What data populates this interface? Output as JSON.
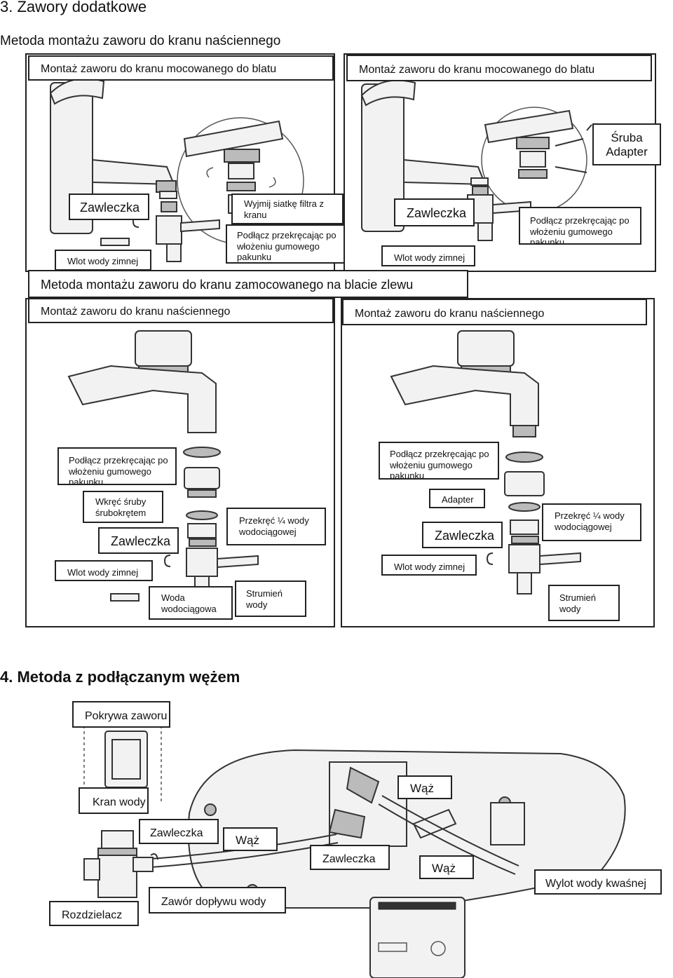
{
  "section3": {
    "title": "3. Zawory dodatkowe",
    "subtitle": "Metoda montażu zaworu do kranu naściennego",
    "top_left": {
      "header": "Montaż zaworu do kranu mocowanego do blatu",
      "zawleczka": "Zawleczka",
      "wyjmij": "Wyjmij siatkę filtra z kranu",
      "podlacz": "Podłącz przekręcając po włożeniu gumowego pakunku",
      "wlot": "Wlot wody zimnej"
    },
    "top_right": {
      "header": "Montaż zaworu do kranu mocowanego do blatu",
      "sruba": "Śruba",
      "adapter": "Adapter",
      "zawleczka": "Zawleczka",
      "podlacz": "Podłącz przekręcając po włożeniu gumowego pakunku",
      "wlot": "Wlot wody zimnej"
    },
    "subtitle2": "Metoda montażu zaworu do kranu zamocowanego na blacie zlewu",
    "bottom_left": {
      "header": "Montaż zaworu do kranu naściennego",
      "podlacz": "Podłącz przekręcając po włożeniu gumowego pakunku",
      "wkrec": "Wkręć śruby śrubokrętem",
      "zawleczka": "Zawleczka",
      "przekrec": "Przekręć ¼ wody wodociągowej",
      "wlot": "Wlot wody zimnej",
      "woda": "Woda wodociągowa",
      "strumien": "Strumień wody"
    },
    "bottom_right": {
      "header": "Montaż zaworu do kranu naściennego",
      "podlacz": "Podłącz przekręcając po włożeniu gumowego pakunku",
      "adapter": "Adapter",
      "zawleczka": "Zawleczka",
      "przekrec": "Przekręć ¼ wody wodociągowej",
      "wlot": "Wlot wody zimnej",
      "strumien": "Strumień wody"
    }
  },
  "section4": {
    "title": "4. Metoda z podłączanym wężem",
    "pokrywa": "Pokrywa zaworu",
    "kran": "Kran wody",
    "waz1": "Wąż",
    "zawleczka1": "Zawleczka",
    "waz2": "Wąż",
    "zawleczka2": "Zawleczka",
    "waz3": "Wąż",
    "wylot": "Wylot wody kwaśnej",
    "rozdzielacz": "Rozdzielacz",
    "zawor": "Zawór dopływu wody"
  }
}
